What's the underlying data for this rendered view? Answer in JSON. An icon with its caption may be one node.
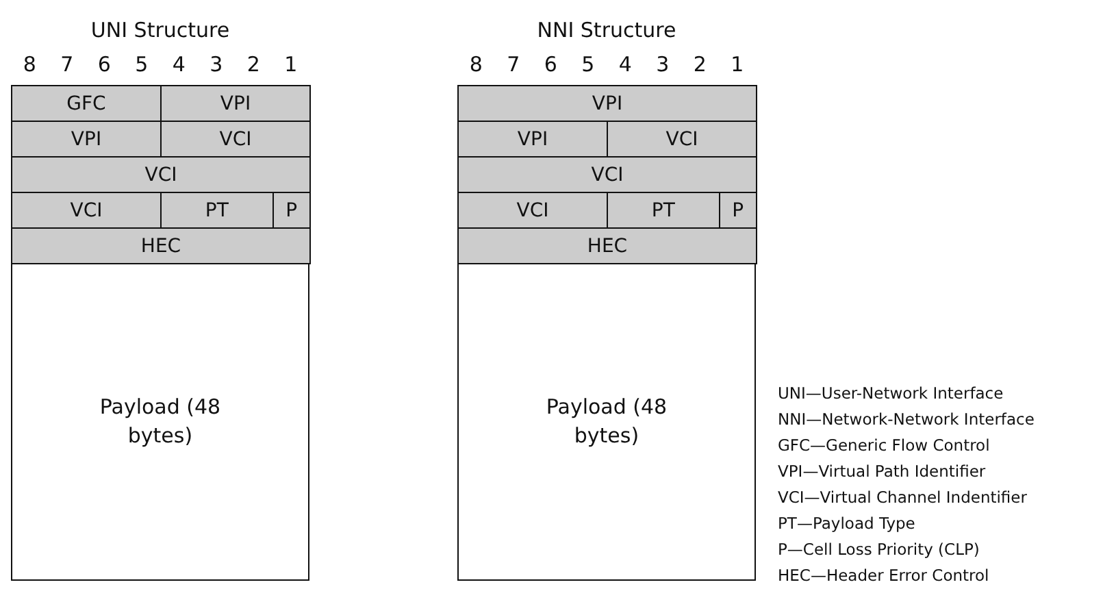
{
  "diagram": {
    "nodes": [
      {
        "text": [
          "UNI Structure"
        ]
      },
      {
        "text": [
          "GFC"
        ],
        "in": 0
      },
      {
        "text": [
          "VPI"
        ],
        "in": 0
      },
      {
        "text": [
          "VPI"
        ],
        "in": 0
      },
      {
        "text": [
          "VCI"
        ],
        "in": 0
      },
      {
        "text": [
          "VCI"
        ],
        "in": 0
      },
      {
        "text": [
          "VCI"
        ],
        "in": 0
      },
      {
        "text": [
          "PT"
        ],
        "in": 0
      },
      {
        "text": [
          "P"
        ],
        "in": 0
      },
      {
        "text": [
          "HEC"
        ],
        "in": 0
      },
      {
        "text": [
          "Payload (48 bytes)"
        ],
        "in": 0
      },
      {
        "text": [
          "NNI Structure"
        ]
      },
      {
        "text": [
          "VPI"
        ],
        "in": 11
      },
      {
        "text": [
          "VPI"
        ],
        "in": 11
      },
      {
        "text": [
          "VCI"
        ],
        "in": 11
      },
      {
        "text": [
          "VCI"
        ],
        "in": 11
      },
      {
        "text": [
          "VCI"
        ],
        "in": 11
      },
      {
        "text": [
          "PT"
        ],
        "in": 11
      },
      {
        "text": [
          "P"
        ],
        "in": 11
      },
      {
        "text": [
          "HEC"
        ],
        "in": 11
      },
      {
        "text": [
          "Payload (48 bytes)"
        ],
        "in": 11
      }
    ],
    "labels": [
      "8",
      "7",
      "6",
      "5",
      "4",
      "3",
      "2",
      "1",
      "8",
      "7",
      "6",
      "5",
      "4",
      "3",
      "2",
      "1",
      "UNI—User-Network Interface",
      "NNI—Network-Network Interface",
      "GFC—Generic Flow Control",
      "VPI—Virtual Path Identifier",
      "VCI—Virtual Channel Indentifier",
      "PT—Payload Type",
      "P—Cell Loss Priority (CLP)",
      "HEC—Header Error Control"
    ]
  }
}
